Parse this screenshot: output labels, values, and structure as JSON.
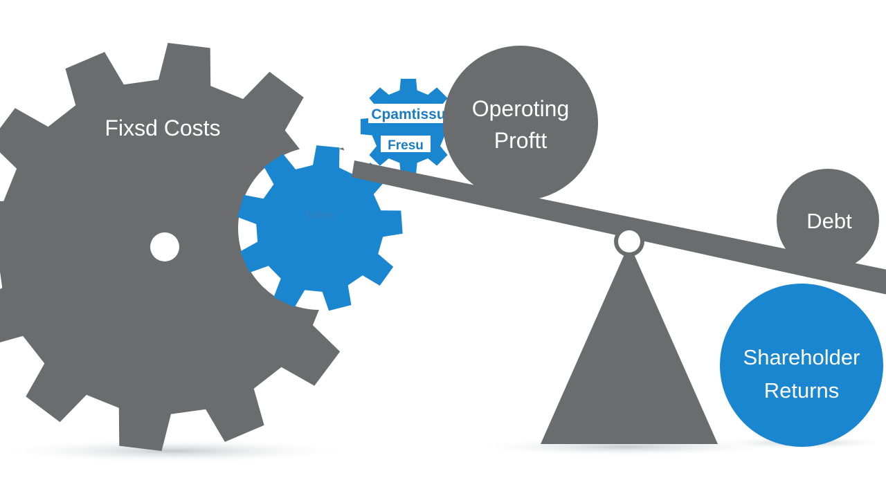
{
  "labels": {
    "fixed_costs": "Fixsd Costs",
    "small_gear": "Sales",
    "top_gear_line1": "Cpamtissu",
    "top_gear_line2": "Fresu",
    "operating_profit_line1": "Operoting",
    "operating_profit_line2": "Proftt",
    "debt": "Debt",
    "shareholder_line1": "Shareholder",
    "shareholder_line2": "Returns"
  },
  "colors": {
    "gray": "#6a6c6e",
    "blue": "#1a86cf",
    "background": "#ffffff"
  },
  "icons": {
    "large_gear": "gear-icon",
    "medium_gear": "gear-icon",
    "small_gear": "gear-icon",
    "seesaw": "seesaw-lever",
    "fulcrum": "triangle-fulcrum"
  }
}
